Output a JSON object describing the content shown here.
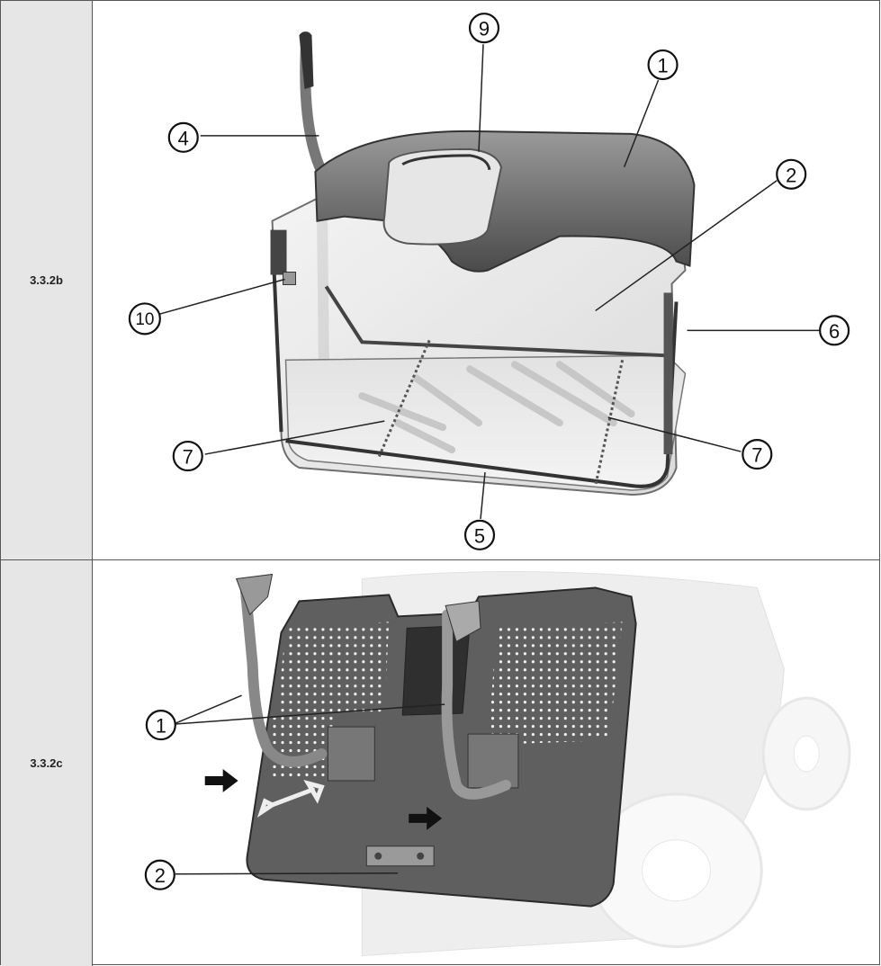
{
  "rows": [
    {
      "label": "3.3.2b",
      "callouts": [
        "9",
        "1",
        "4",
        "2",
        "10",
        "6",
        "7",
        "7",
        "5"
      ]
    },
    {
      "label": "3.3.2c",
      "callouts": [
        "1",
        "2"
      ]
    }
  ]
}
